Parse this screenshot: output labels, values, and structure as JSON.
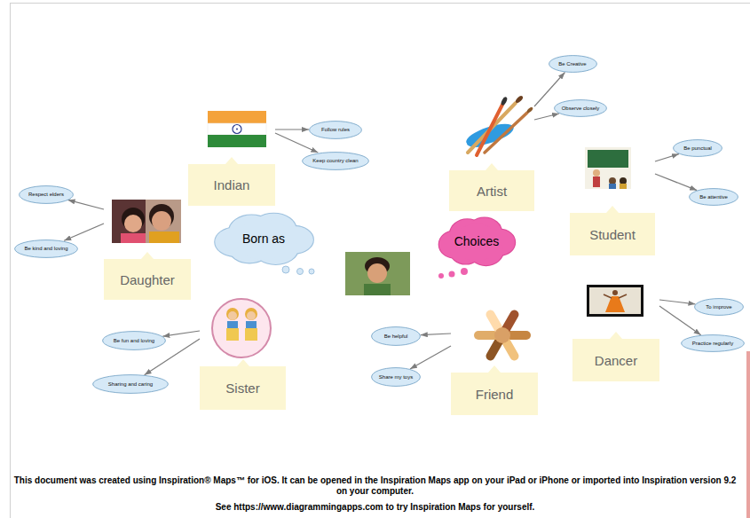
{
  "diagram": {
    "nodes": [
      {
        "text": [
          "Indian"
        ]
      },
      {
        "text": [
          "Follow rules"
        ]
      },
      {
        "text": [
          "Keep country clean"
        ]
      },
      {
        "text": [
          "Daughter"
        ]
      },
      {
        "text": [
          "Respect elders"
        ]
      },
      {
        "text": [
          "Be kind and loving"
        ]
      },
      {
        "text": [
          "Born as"
        ]
      },
      {
        "text": [
          "Sister"
        ]
      },
      {
        "text": [
          "Be fun and loving"
        ]
      },
      {
        "text": [
          "Sharing and caring"
        ]
      },
      {
        "text": [
          "Artist"
        ]
      },
      {
        "text": [
          "Be Creative"
        ]
      },
      {
        "text": [
          "Observe closely"
        ]
      },
      {
        "text": [
          "Student"
        ]
      },
      {
        "text": [
          "Be punctual"
        ]
      },
      {
        "text": [
          "Be attentive"
        ]
      },
      {
        "text": [
          "Choices"
        ]
      },
      {
        "text": [
          "Dancer"
        ]
      },
      {
        "text": [
          "To improve"
        ]
      },
      {
        "text": [
          "Practice regularly"
        ]
      },
      {
        "text": [
          "Friend"
        ]
      },
      {
        "text": [
          "Be helpful"
        ]
      },
      {
        "text": [
          "Share my toys"
        ]
      }
    ],
    "edges": [
      {
        "from": 0,
        "to": 1,
        "arrow": "to"
      },
      {
        "from": 0,
        "to": 2,
        "arrow": "to"
      },
      {
        "from": 3,
        "to": 4,
        "arrow": "to"
      },
      {
        "from": 3,
        "to": 5,
        "arrow": "to"
      },
      {
        "from": 7,
        "to": 8,
        "arrow": "to"
      },
      {
        "from": 7,
        "to": 9,
        "arrow": "to"
      },
      {
        "from": 10,
        "to": 11,
        "arrow": "to"
      },
      {
        "from": 10,
        "to": 12,
        "arrow": "to"
      },
      {
        "from": 13,
        "to": 14,
        "arrow": "to"
      },
      {
        "from": 13,
        "to": 15,
        "arrow": "to"
      },
      {
        "from": 17,
        "to": 18,
        "arrow": "to"
      },
      {
        "from": 17,
        "to": 19,
        "arrow": "to"
      },
      {
        "from": 20,
        "to": 21,
        "arrow": "to"
      },
      {
        "from": 20,
        "to": 22,
        "arrow": "to"
      }
    ],
    "labels": [
      "This document was created using Inspiration® Maps™ for iOS. It can be opened in the Inspiration Maps app on your iPad or iPhone or imported into Inspiration version 9.2 on your computer.",
      "See https://www.diagrammingapps.com to try Inspiration Maps for yourself."
    ]
  }
}
